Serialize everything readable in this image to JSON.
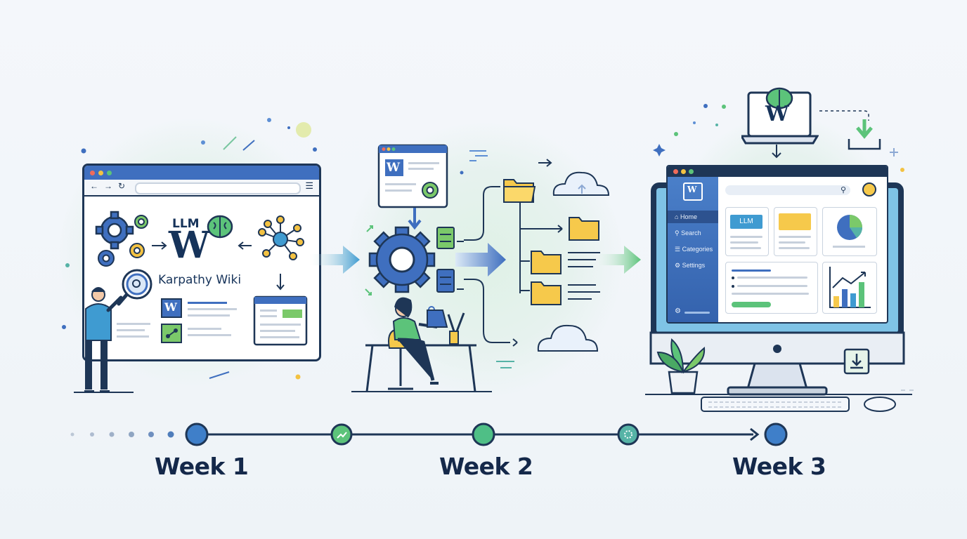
{
  "timeline": {
    "weeks": [
      {
        "label": "Week 1"
      },
      {
        "label": "Week 2"
      },
      {
        "label": "Week 3"
      }
    ]
  },
  "week1": {
    "logo_llm": "LLM",
    "logo_w": "W",
    "site_name": "Karpathy Wiki",
    "doc_w": "W"
  },
  "week2": {
    "doc_w": "W"
  },
  "week3": {
    "laptop_w": "W",
    "sidebar": {
      "logo_w": "W",
      "items": [
        {
          "label": "Home"
        },
        {
          "label": "Search"
        },
        {
          "label": "Categories"
        },
        {
          "label": "Settings"
        }
      ]
    },
    "card_llm": "LLM"
  },
  "colors": {
    "navy": "#1e3656",
    "blue": "#3f6fbf",
    "green": "#5cc37a",
    "yellow": "#f6c94b",
    "teal": "#56b3a6"
  }
}
